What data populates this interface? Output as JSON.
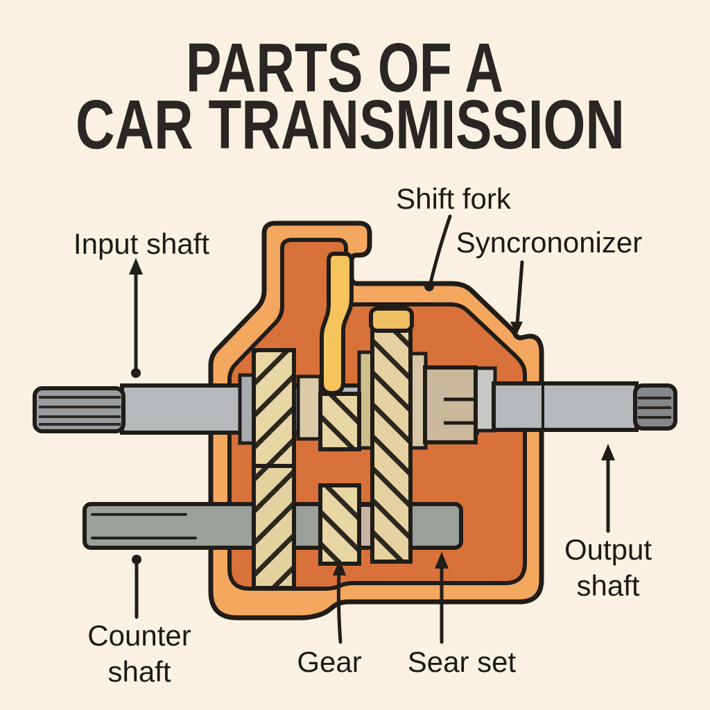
{
  "title": {
    "line1": "PARTS OF A",
    "line2": "CAR TRANSMISSION"
  },
  "diagram": {
    "labels": {
      "input_shaft": "Input shaft",
      "shift_fork": "Shift fork",
      "synchronizer": "Syncrononizer",
      "output_shaft": {
        "line1": "Output",
        "line2": "shaft"
      },
      "counter_shaft": {
        "line1": "Counter",
        "line2": "shaft"
      },
      "gear": "Gear",
      "gear_set": "Sear set"
    },
    "colors": {
      "background": "#faf1e2",
      "title_text": "#292623",
      "label_text": "#1c1a17",
      "outline": "#201d18",
      "housing_outer": "#f3a75f",
      "housing_inner": "#d9713a",
      "shift_fork_yellow": "#f6c45c",
      "gear_cap_yellow": "#efc161",
      "gear_tan": "#e9d6a5",
      "gear_hatch": "#2b2721",
      "synchronizer_hub": "#cab79c",
      "input_shaft_gray": "#b6b9bb",
      "spline_gray": "#9a9da0",
      "counter_shaft_gray": "#9aa09a",
      "output_spline_gray": "#84878b"
    }
  }
}
